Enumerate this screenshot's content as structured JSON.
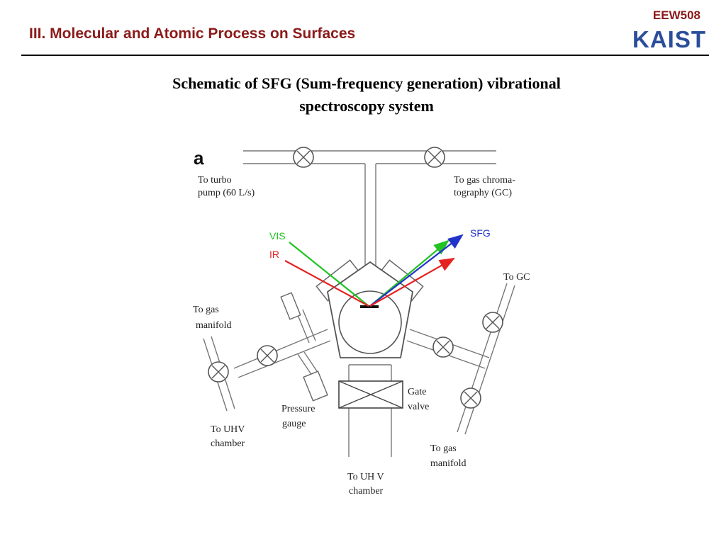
{
  "header": {
    "section_title": "III. Molecular and Atomic Process on Surfaces",
    "course_code": "EEW508",
    "logo_text": "KAIST"
  },
  "slide": {
    "title_line1": "Schematic of SFG (Sum-frequency generation) vibrational",
    "title_line2": "spectroscopy system"
  },
  "diagram": {
    "panel_label": "a",
    "labels": {
      "turbo_pump_1": "To turbo",
      "turbo_pump_2": "pump (60 L/s)",
      "gc_top_1": "To gas chroma-",
      "gc_top_2": "tography (GC)",
      "vis": "VIS",
      "ir": "IR",
      "sfg": "SFG",
      "to_gc": "To GC",
      "gas_manifold_left_1": "To gas",
      "gas_manifold_left_2": "manifold",
      "gate_valve_1": "Gate",
      "gate_valve_2": "valve",
      "pressure_gauge_1": "Pressure",
      "pressure_gauge_2": "gauge",
      "uhv_left_1": "To UHV",
      "uhv_left_2": "chamber",
      "gas_manifold_right_1": "To gas",
      "gas_manifold_right_2": "manifold",
      "uhv_bottom_1": "To UH V",
      "uhv_bottom_2": "chamber"
    },
    "beam_colors": {
      "vis": "#22c322",
      "ir": "#e52222",
      "sfg": "#2233cc"
    }
  }
}
